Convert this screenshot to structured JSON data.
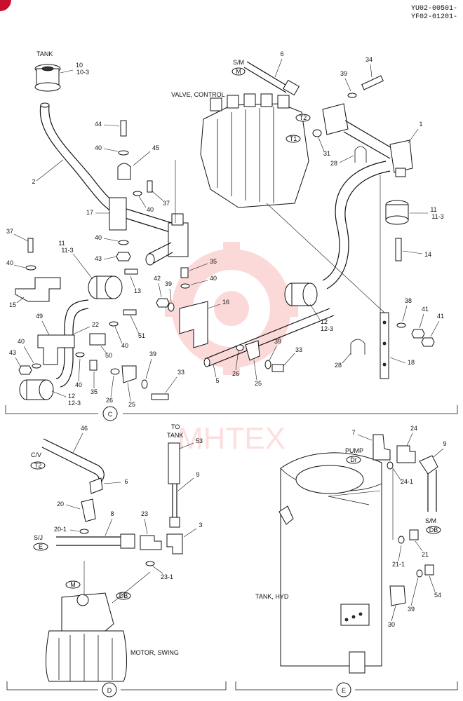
{
  "header": {
    "serial_1": "YU02-00501-",
    "serial_2": "YF02-01201-"
  },
  "watermark": "MHTEX",
  "section_labels": {
    "c": "C",
    "d": "D",
    "e": "E"
  },
  "labels": {
    "tank": "TANK",
    "valve_control": "VALVE, CONTROL",
    "sm": "S/M",
    "sm_badge": "M",
    "t2": "T2",
    "t1": "T1",
    "cv": "C/V",
    "cv_badge": "T2",
    "sj": "S/J",
    "sj_badge": "E",
    "to_tank_1": "TO",
    "to_tank_2": "TANK",
    "m_badge": "M",
    "db_badge": "DB",
    "motor_swing": "MOTOR, SWING",
    "pump": "PUMP",
    "pump_badge": "Dr",
    "sm2": "S/M",
    "sm2_badge": "DB",
    "tank_hyd": "TANK, HYD"
  },
  "callouts": {
    "c_10": "10",
    "c_10_3": "10-3",
    "c_2": "2",
    "c_44": "44",
    "c_40a": "40",
    "c_45": "45",
    "c_40b": "40",
    "c_37a": "37",
    "c_17": "17",
    "c_40c": "40",
    "c_43a": "43",
    "c_37b": "37",
    "c_40d": "40",
    "c_11a": "11",
    "c_11_3a": "11-3",
    "c_13": "13",
    "c_15": "15",
    "c_49": "49",
    "c_22": "22",
    "c_40e": "40",
    "c_51": "51",
    "c_50": "50",
    "c_40f": "40",
    "c_43b": "43",
    "c_40g": "40",
    "c_35a": "35",
    "c_26a": "26",
    "c_25a": "25",
    "c_39a": "39",
    "c_33a": "33",
    "c_12a": "12",
    "c_12_3a": "12-3",
    "c_6": "6",
    "c_39b": "39",
    "c_34": "34",
    "c_1": "1",
    "c_31": "31",
    "c_28a": "28",
    "c_11b": "11",
    "c_11_3b": "11-3",
    "c_14": "14",
    "c_35b": "35",
    "c_40h": "40",
    "c_42": "42",
    "c_39c": "39",
    "c_16": "16",
    "c_5": "5",
    "c_26b": "26",
    "c_25b": "25",
    "c_39d": "39",
    "c_33b": "33",
    "c_12b": "12",
    "c_12_3b": "12-3",
    "c_38": "38",
    "c_41a": "41",
    "c_41b": "41",
    "c_28b": "28",
    "c_18": "18",
    "d_46": "46",
    "d_6": "6",
    "d_20": "20",
    "d_20_1": "20-1",
    "d_8": "8",
    "d_23": "23",
    "d_3": "3",
    "d_23_1": "23-1",
    "d_53": "53",
    "d_9": "9",
    "e_7": "7",
    "e_24": "24",
    "e_9": "9",
    "e_24_1": "24-1",
    "e_21": "21",
    "e_21_1": "21-1",
    "e_39": "39",
    "e_54": "54",
    "e_30": "30"
  }
}
